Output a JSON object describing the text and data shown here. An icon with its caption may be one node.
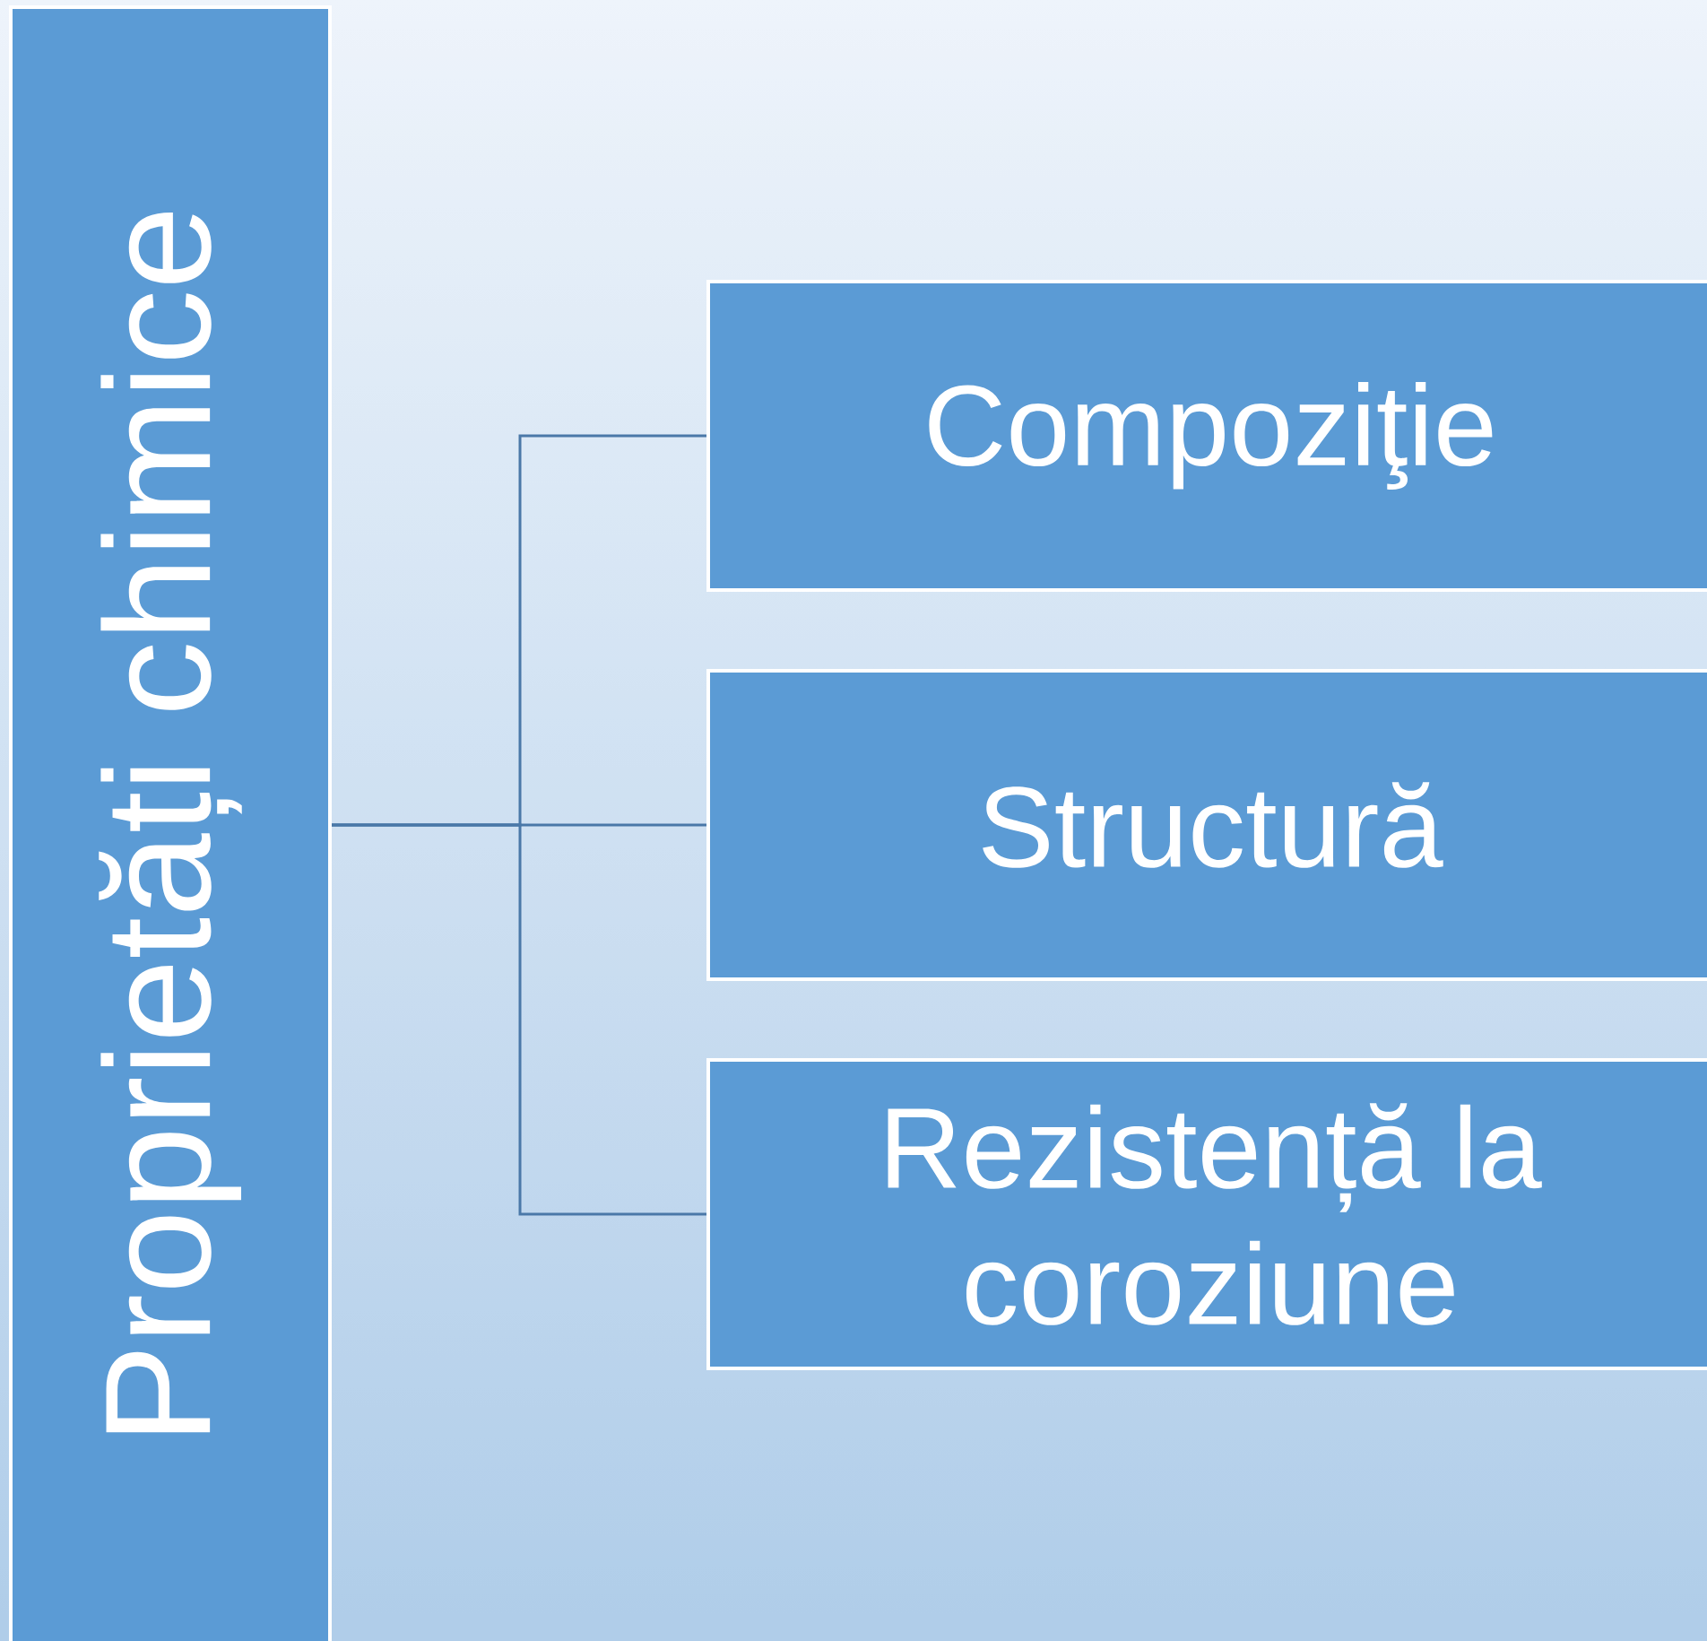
{
  "diagram": {
    "nodes": [
      {
        "text": [
          "Proprietăți chimice"
        ]
      },
      {
        "text": [
          "Compoziţie"
        ]
      },
      {
        "text": [
          "Structură"
        ]
      },
      {
        "text": [
          "Rezistență la coroziune"
        ]
      }
    ],
    "edges": [
      {
        "from": 0,
        "to": 1,
        "arrow": "none"
      },
      {
        "from": 0,
        "to": 2,
        "arrow": "none"
      },
      {
        "from": 0,
        "to": 3,
        "arrow": "none"
      }
    ]
  }
}
